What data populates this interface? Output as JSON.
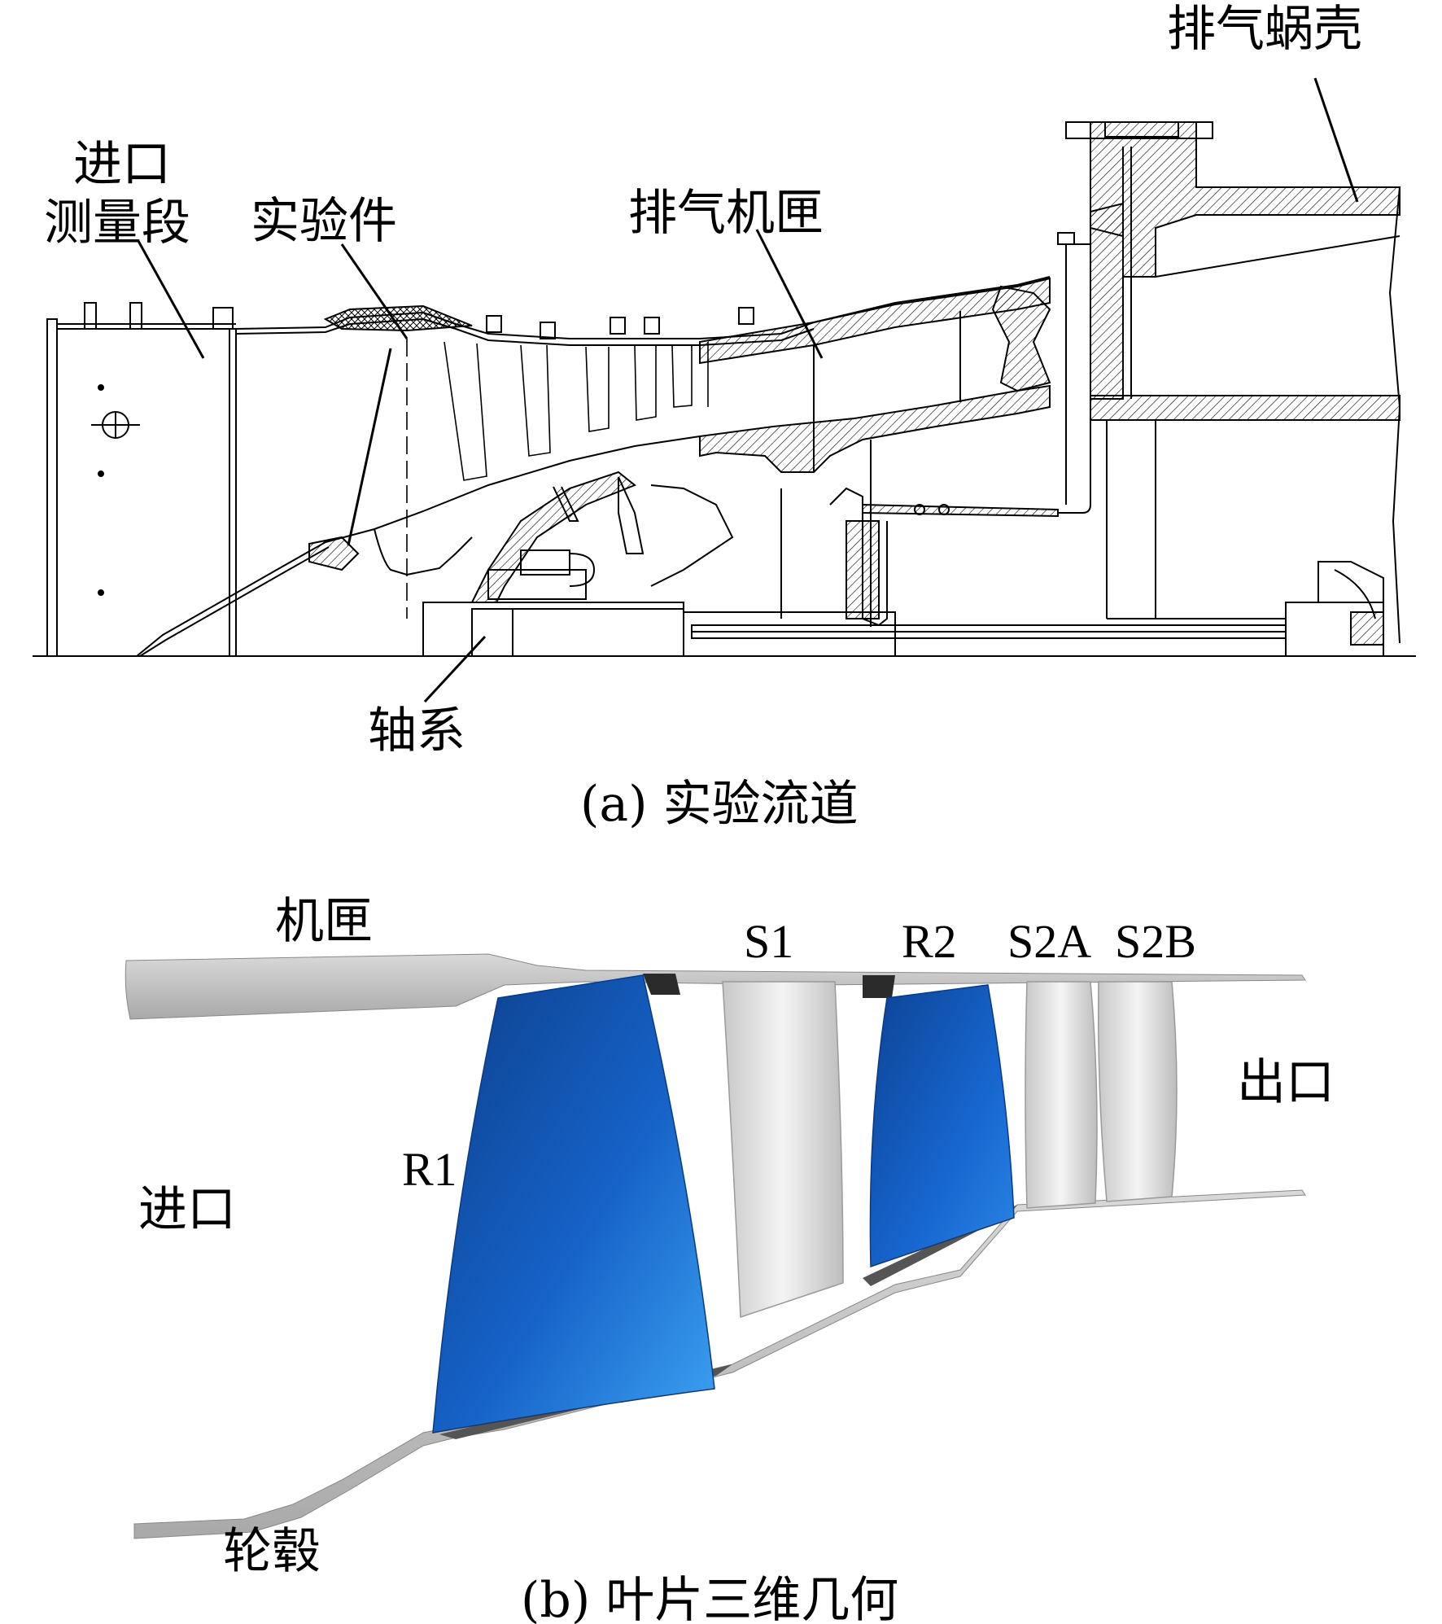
{
  "panel_a": {
    "labels": {
      "inlet_measure_1": "进口",
      "inlet_measure_2": "测量段",
      "test_piece": "实验件",
      "exhaust_casing": "排气机匣",
      "exhaust_volute": "排气蜗壳",
      "shaft_system": "轴系"
    },
    "caption": "(a) 实验流道"
  },
  "panel_b": {
    "labels": {
      "casing": "机匣",
      "hub": "轮毂",
      "inlet": "进口",
      "outlet": "出口",
      "r1": "R1",
      "s1": "S1",
      "r2": "R2",
      "s2a": "S2A",
      "s2b": "S2B"
    },
    "caption": "(b) 叶片三维几何"
  },
  "colors": {
    "rotor_blue": "#1560c8",
    "rotor_blue_light": "#2f8ee8",
    "stator_gray": "#d8d8d8",
    "wall_gray": "#cfcfcf",
    "line": "#000000"
  }
}
